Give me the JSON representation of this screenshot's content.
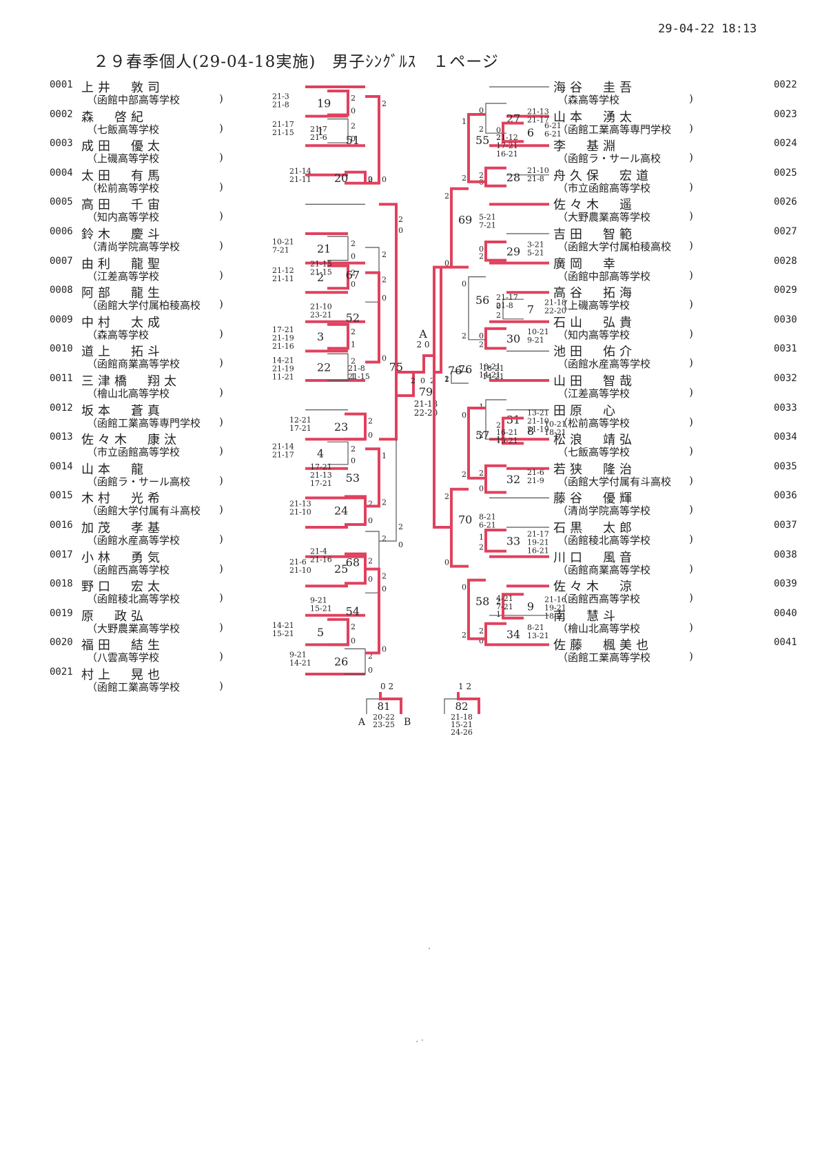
{
  "header": {
    "timestamp": "29-04-22 18:13",
    "title": "２９春季個人(29-04-18実施)　男子ｼﾝｸﾞﾙｽ　１ページ"
  },
  "colors": {
    "winner_line": "#e0415e",
    "base_line": "#555555",
    "text": "#222222"
  },
  "players_left": [
    {
      "id": "0001",
      "name": "上井　敦司",
      "school": "（函館中部高等学校"
    },
    {
      "id": "0002",
      "name": "森　啓紀",
      "school": "（七飯高等学校"
    },
    {
      "id": "0003",
      "name": "成田　優太",
      "school": "（上磯高等学校"
    },
    {
      "id": "0004",
      "name": "太田　有馬",
      "school": "（松前高等学校"
    },
    {
      "id": "0005",
      "name": "高田　千宙",
      "school": "（知内高等学校"
    },
    {
      "id": "0006",
      "name": "鈴木　慶斗",
      "school": "（清尚学院高等学校"
    },
    {
      "id": "0007",
      "name": "由利　龍聖",
      "school": "（江差高等学校"
    },
    {
      "id": "0008",
      "name": "阿部　龍生",
      "school": "（函館大学付属柏稜高校"
    },
    {
      "id": "0009",
      "name": "中村　太成",
      "school": "（森高等学校"
    },
    {
      "id": "0010",
      "name": "道上　拓斗",
      "school": "（函館商業高等学校"
    },
    {
      "id": "0011",
      "name": "三津橋　翔太",
      "school": "（檜山北高等学校"
    },
    {
      "id": "0012",
      "name": "坂本　蒼真",
      "school": "（函館工業高等専門学校"
    },
    {
      "id": "0013",
      "name": "佐々木　康汰",
      "school": "（市立函館高等学校"
    },
    {
      "id": "0014",
      "name": "山本　龍",
      "school": "（函館ラ・サール高校"
    },
    {
      "id": "0015",
      "name": "木村　光希",
      "school": "（函館大学付属有斗高校"
    },
    {
      "id": "0016",
      "name": "加茂　孝基",
      "school": "（函館水産高等学校"
    },
    {
      "id": "0017",
      "name": "小林　勇気",
      "school": "（函館西高等学校"
    },
    {
      "id": "0018",
      "name": "野口　宏太",
      "school": "（函館稜北高等学校"
    },
    {
      "id": "0019",
      "name": "原　政弘",
      "school": "（大野農業高等学校"
    },
    {
      "id": "0020",
      "name": "福田　結生",
      "school": "（八雲高等学校"
    },
    {
      "id": "0021",
      "name": "村上　晃也",
      "school": "（函館工業高等学校"
    }
  ],
  "players_right": [
    {
      "id": "0022",
      "name": "海谷　圭吾",
      "school": "（森高等学校"
    },
    {
      "id": "0023",
      "name": "山本　湧太",
      "school": "（函館工業高等専門学校"
    },
    {
      "id": "0024",
      "name": "李　基淵",
      "school": "（函館ラ・サール高校"
    },
    {
      "id": "0025",
      "name": "舟久保　宏道",
      "school": "（市立函館高等学校"
    },
    {
      "id": "0026",
      "name": "佐々木　遥",
      "school": "（大野農業高等学校"
    },
    {
      "id": "0027",
      "name": "吉田　智範",
      "school": "（函館大学付属柏稜高校"
    },
    {
      "id": "0028",
      "name": "廣岡　幸",
      "school": "（函館中部高等学校"
    },
    {
      "id": "0029",
      "name": "高谷　拓海",
      "school": "（上磯高等学校"
    },
    {
      "id": "0030",
      "name": "石山　弘貴",
      "school": "（知内高等学校"
    },
    {
      "id": "0031",
      "name": "池田　佑介",
      "school": "（函館水産高等学校"
    },
    {
      "id": "0032",
      "name": "山田　智哉",
      "school": "（江差高等学校"
    },
    {
      "id": "0033",
      "name": "田原　心",
      "school": "（松前高等学校"
    },
    {
      "id": "0034",
      "name": "松浪　靖弘",
      "school": "（七飯高等学校"
    },
    {
      "id": "0035",
      "name": "若狭　隆治",
      "school": "（函館大学付属有斗高校"
    },
    {
      "id": "0036",
      "name": "藤谷　優輝",
      "school": "（清尚学院高等学校"
    },
    {
      "id": "0037",
      "name": "石黒　太郎",
      "school": "（函館稜北高等学校"
    },
    {
      "id": "0038",
      "name": "川口　風音",
      "school": "（函館商業高等学校"
    },
    {
      "id": "0039",
      "name": "佐々木　涼",
      "school": "（函館西高等学校"
    },
    {
      "id": "0040",
      "name": "南　慧斗",
      "school": "（檜山北高等学校"
    },
    {
      "id": "0041",
      "name": "佐藤　楓美也",
      "school": "（函館工業高等学校"
    }
  ],
  "matches": [
    {
      "no": "1",
      "sets": "2-0",
      "scores": [
        "21-17",
        "21-15"
      ]
    },
    {
      "no": "19",
      "sets": "2-0",
      "scores": [
        "21-3",
        "21-8"
      ]
    },
    {
      "no": "51",
      "sets": "2-0",
      "scores": [
        "21-7",
        "21-6"
      ]
    },
    {
      "no": "20",
      "sets": "2-0",
      "scores": [
        "21-14",
        "21-11"
      ]
    },
    {
      "no": "67",
      "sets": "2-0",
      "scores": [
        "21-15",
        "21-15"
      ]
    },
    {
      "no": "21",
      "sets": "2-0",
      "scores": [
        "10-21",
        "7-21"
      ]
    },
    {
      "no": "2",
      "sets": "2-0",
      "scores": [
        "21-12",
        "21-11"
      ]
    },
    {
      "no": "52",
      "sets": "2-0",
      "scores": [
        "21-10",
        "23-21"
      ]
    },
    {
      "no": "3",
      "sets": "2-1",
      "scores": [
        "17-21",
        "21-19",
        "21-16"
      ]
    },
    {
      "no": "22",
      "sets": "2-1",
      "scores": [
        "14-21",
        "21-19",
        "11-21"
      ]
    },
    {
      "no": "75",
      "sets": "2-0",
      "scores": [
        "21-8",
        "21-15"
      ]
    },
    {
      "no": "23",
      "sets": "2-0",
      "scores": [
        "12-21",
        "17-21"
      ]
    },
    {
      "no": "4",
      "sets": "2-0",
      "scores": [
        "21-14",
        "21-17"
      ]
    },
    {
      "no": "53",
      "sets": "1-2",
      "scores": [
        "17-21",
        "21-13",
        "17-21"
      ]
    },
    {
      "no": "24",
      "sets": "2-0",
      "scores": [
        "21-13",
        "21-10"
      ]
    },
    {
      "no": "68",
      "sets": "2-0",
      "scores": [
        "21-4",
        "21-16"
      ]
    },
    {
      "no": "25",
      "sets": "2-0",
      "scores": [
        "21-6",
        "21-10"
      ]
    },
    {
      "no": "54",
      "sets": "2-0",
      "scores": [
        "9-21",
        "15-21"
      ]
    },
    {
      "no": "5",
      "sets": "2-0",
      "scores": [
        "14-21",
        "15-21"
      ]
    },
    {
      "no": "26",
      "sets": "2-0",
      "scores": [
        "9-21",
        "14-21"
      ]
    },
    {
      "no": "79",
      "sets": "0-2",
      "scores": [
        "21-18",
        "22-20"
      ]
    },
    {
      "no": "27",
      "sets": "0-2",
      "scores": [
        "21-13",
        "21-17"
      ]
    },
    {
      "no": "6",
      "sets": "0-2",
      "scores": [
        "6-21",
        "6-21"
      ]
    },
    {
      "no": "55",
      "sets": "1-2",
      "scores": [
        "21-12",
        "17-21",
        "16-21"
      ]
    },
    {
      "no": "28",
      "sets": "2-0",
      "scores": [
        "21-10",
        "21-8"
      ]
    },
    {
      "no": "69",
      "sets": "2-0",
      "scores": [
        "5-21",
        "7-21"
      ]
    },
    {
      "no": "29",
      "sets": "0-2",
      "scores": [
        "3-21",
        "5-21"
      ]
    },
    {
      "no": "56",
      "sets": "0-2",
      "scores": [
        "21-17",
        "21-8"
      ]
    },
    {
      "no": "7",
      "sets": "0-2",
      "scores": [
        "21-18",
        "22-20"
      ]
    },
    {
      "no": "30",
      "sets": "0-2",
      "scores": [
        "10-21",
        "9-21"
      ]
    },
    {
      "no": "76",
      "sets": "2-1",
      "scores": [
        "18-21",
        "14-21"
      ]
    },
    {
      "no": "31",
      "sets": "1-2",
      "scores": [
        "13-21",
        "21-10",
        "21-19"
      ]
    },
    {
      "no": "8",
      "sets": "2-1",
      "scores": [
        "10-21",
        "18-21"
      ]
    },
    {
      "no": "57",
      "sets": "0-2",
      "scores": [
        "16-21",
        "15-21"
      ]
    },
    {
      "no": "32",
      "sets": "2-0",
      "scores": [
        "21-6",
        "21-9"
      ]
    },
    {
      "no": "70",
      "sets": "2-0",
      "scores": [
        "8-21",
        "6-21"
      ]
    },
    {
      "no": "33",
      "sets": "1-2",
      "scores": [
        "21-17",
        "19-21",
        "16-21"
      ]
    },
    {
      "no": "58",
      "sets": "0-2",
      "scores": [
        "4-21",
        "7-21"
      ]
    },
    {
      "no": "9",
      "sets": "2-1",
      "scores": [
        "21-16",
        "19-21",
        "18-21"
      ]
    },
    {
      "no": "34",
      "sets": "2-0",
      "scores": [
        "8-21",
        "13-21"
      ]
    },
    {
      "no": "81",
      "sets": "0-2",
      "scores": [
        "20-22",
        "23-25"
      ]
    },
    {
      "no": "82",
      "sets": "1-2",
      "scores": [
        "21-18",
        "15-21",
        "24-26"
      ]
    }
  ],
  "labels": {
    "A": "A",
    "B": "B",
    "a_top_sets": "2 0"
  }
}
